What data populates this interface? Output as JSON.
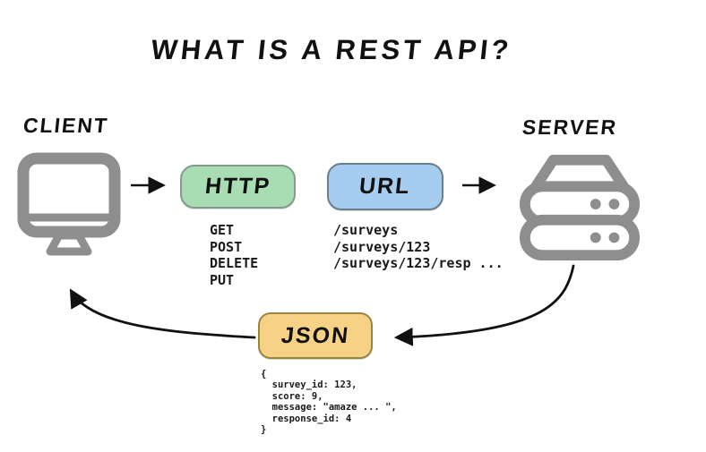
{
  "title": "WHAT IS A REST API?",
  "colors": {
    "http_fill": "#a8dcb2",
    "url_fill": "#a6cdf0",
    "json_fill": "#f6d287",
    "icon_gray": "#8e8e8e",
    "ink": "#111111"
  },
  "client": {
    "label": "CLIENT",
    "icon": "monitor-icon"
  },
  "server": {
    "label": "SERVER",
    "icon": "server-icon"
  },
  "http": {
    "label": "HTTP",
    "methods": [
      "GET",
      "POST",
      "DELETE",
      "PUT"
    ]
  },
  "url": {
    "label": "URL",
    "paths": [
      "/surveys",
      "/surveys/123",
      "/surveys/123/resp ..."
    ]
  },
  "json_response": {
    "label": "JSON",
    "lines": [
      "{",
      "  survey_id: 123,",
      "  score: 9,",
      "  message: \"amaze ... \",",
      "  response_id: 4",
      "}"
    ]
  }
}
